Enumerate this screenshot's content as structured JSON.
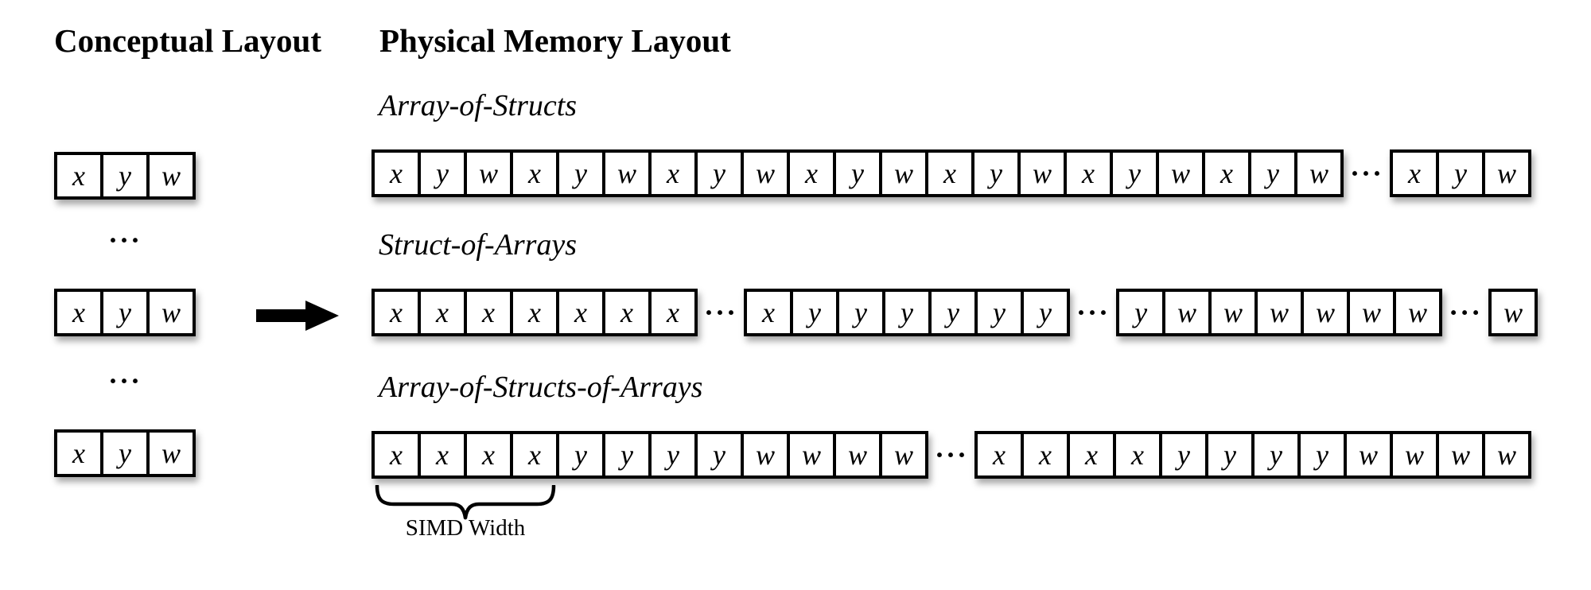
{
  "colors": {
    "ink": "#000000",
    "background": "#ffffff"
  },
  "headers": {
    "conceptual": "Conceptual Layout",
    "physical": "Physical Memory Layout"
  },
  "ellipsis": "···",
  "conceptual": {
    "rows": [
      [
        "x",
        "y",
        "w"
      ],
      [
        "x",
        "y",
        "w"
      ],
      [
        "x",
        "y",
        "w"
      ]
    ]
  },
  "sections": [
    {
      "title": "Array-of-Structs",
      "groups": [
        [
          "x",
          "y",
          "w",
          "x",
          "y",
          "w",
          "x",
          "y",
          "w",
          "x",
          "y",
          "w",
          "x",
          "y",
          "w",
          "x",
          "y",
          "w",
          "x",
          "y",
          "w"
        ],
        [
          "x",
          "y",
          "w"
        ]
      ]
    },
    {
      "title": "Struct-of-Arrays",
      "groups": [
        [
          "x",
          "x",
          "x",
          "x",
          "x",
          "x",
          "x"
        ],
        [
          "x",
          "y",
          "y",
          "y",
          "y",
          "y",
          "y"
        ],
        [
          "y",
          "w",
          "w",
          "w",
          "w",
          "w",
          "w"
        ],
        [
          "w"
        ]
      ]
    },
    {
      "title": "Array-of-Structs-of-Arrays",
      "groups": [
        [
          "x",
          "x",
          "x",
          "x",
          "y",
          "y",
          "y",
          "y",
          "w",
          "w",
          "w",
          "w"
        ],
        [
          "x",
          "x",
          "x",
          "x",
          "y",
          "y",
          "y",
          "y",
          "w",
          "w",
          "w",
          "w"
        ]
      ],
      "annotation": "SIMD Width"
    }
  ]
}
